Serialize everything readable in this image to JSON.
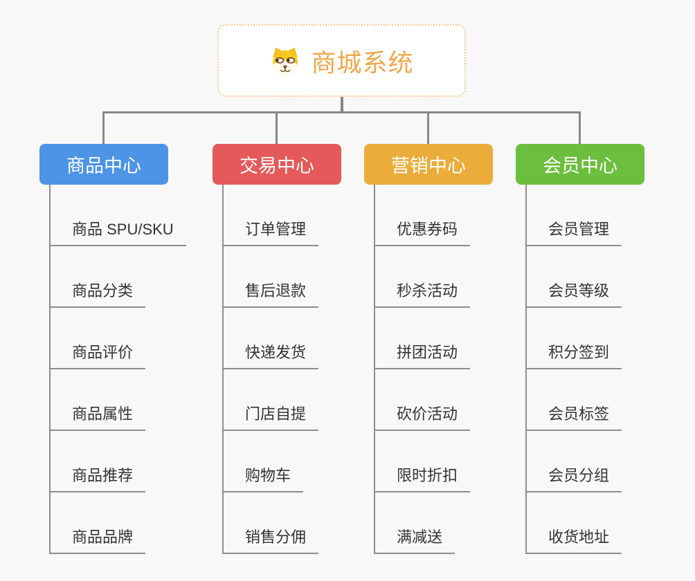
{
  "root": {
    "title": "商城系统",
    "icon": "dog-face-icon",
    "text_color": "#f0a84c",
    "border_color": "#f2c88e"
  },
  "connector_color": "#878787",
  "colors": {
    "background": "#f8f8f8",
    "child_text": "#333333",
    "child_line": "#8d8d8d"
  },
  "branches": [
    {
      "label": "商品中心",
      "color": "#4d93e6",
      "children": [
        "商品 SPU/SKU",
        "商品分类",
        "商品评价",
        "商品属性",
        "商品推荐",
        "商品品牌"
      ]
    },
    {
      "label": "交易中心",
      "color": "#e45a5a",
      "children": [
        "订单管理",
        "售后退款",
        "快递发货",
        "门店自提",
        "购物车",
        "销售分佣"
      ]
    },
    {
      "label": "营销中心",
      "color": "#ebac3c",
      "children": [
        "优惠券码",
        "秒杀活动",
        "拼团活动",
        "砍价活动",
        "限时折扣",
        "满减送"
      ]
    },
    {
      "label": "会员中心",
      "color": "#6cbe3e",
      "children": [
        "会员管理",
        "会员等级",
        "积分签到",
        "会员标签",
        "会员分组",
        "收货地址"
      ]
    }
  ]
}
